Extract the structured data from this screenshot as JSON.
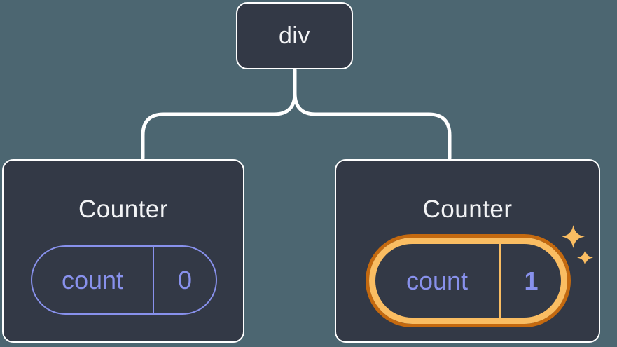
{
  "colors": {
    "background": "#4C6671",
    "node-fill": "#333946",
    "node-border": "#FFFFFF",
    "connector": "#FFFFFF",
    "text-primary": "#F2F3F5",
    "state-purple": "#8891EC",
    "highlight-orange": "#FABD62",
    "highlight-orange-dark": "#C4690F"
  },
  "icons": {
    "sparkle": "✦"
  },
  "root_node": {
    "label": "div"
  },
  "children": [
    {
      "title": "Counter",
      "state": {
        "key": "count",
        "value": "0"
      },
      "highlighted": false
    },
    {
      "title": "Counter",
      "state": {
        "key": "count",
        "value": "1"
      },
      "highlighted": true
    }
  ]
}
